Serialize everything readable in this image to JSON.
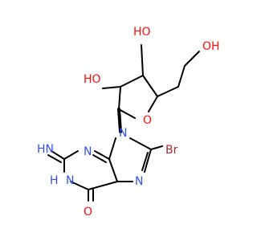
{
  "atoms": {
    "oh_3": "HO",
    "oh_2": "HO",
    "oh_5": "OH",
    "o_ring": "O",
    "n9": "N",
    "n3": "N",
    "n7": "N",
    "n1": "N",
    "h_n1": "H",
    "nh_imino": "HN",
    "br": "Br",
    "o_carbonyl": "O"
  },
  "colors": {
    "bond": "#000000",
    "oxygen": "#ff0d0d",
    "nitrogen": "#3050f8",
    "bromine": "#a62929"
  }
}
